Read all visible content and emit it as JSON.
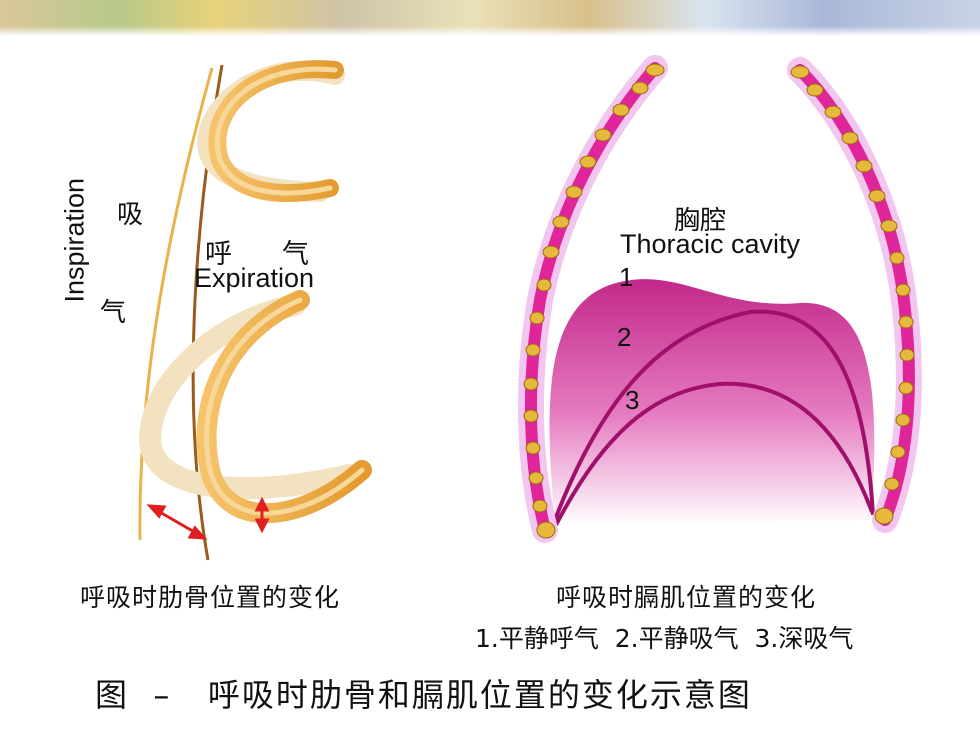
{
  "left_panel": {
    "inspiration_en": "Inspiration",
    "inspiration_cn_1": "吸",
    "inspiration_cn_2": "气",
    "expiration_cn_1": "呼",
    "expiration_cn_2": "气",
    "expiration_en": "Expiration",
    "caption": "呼吸时肋骨位置的变化"
  },
  "right_panel": {
    "cavity_cn": "胸腔",
    "cavity_en": "Thoracic cavity",
    "curve_labels": [
      "1",
      "2",
      "3"
    ],
    "caption": "呼吸时膈肌位置的变化",
    "legend": "1.平静呼气  2.平静吸气  3.深吸气"
  },
  "figure_title": "图  –   呼吸时肋骨和膈肌位置的变化示意图",
  "colors": {
    "rib": "#e9a83c",
    "rib_light": "#f3e2bf",
    "muscle": "#e0249a",
    "diaphragm_dark": "#a0106a",
    "arrow": "#e02020"
  }
}
